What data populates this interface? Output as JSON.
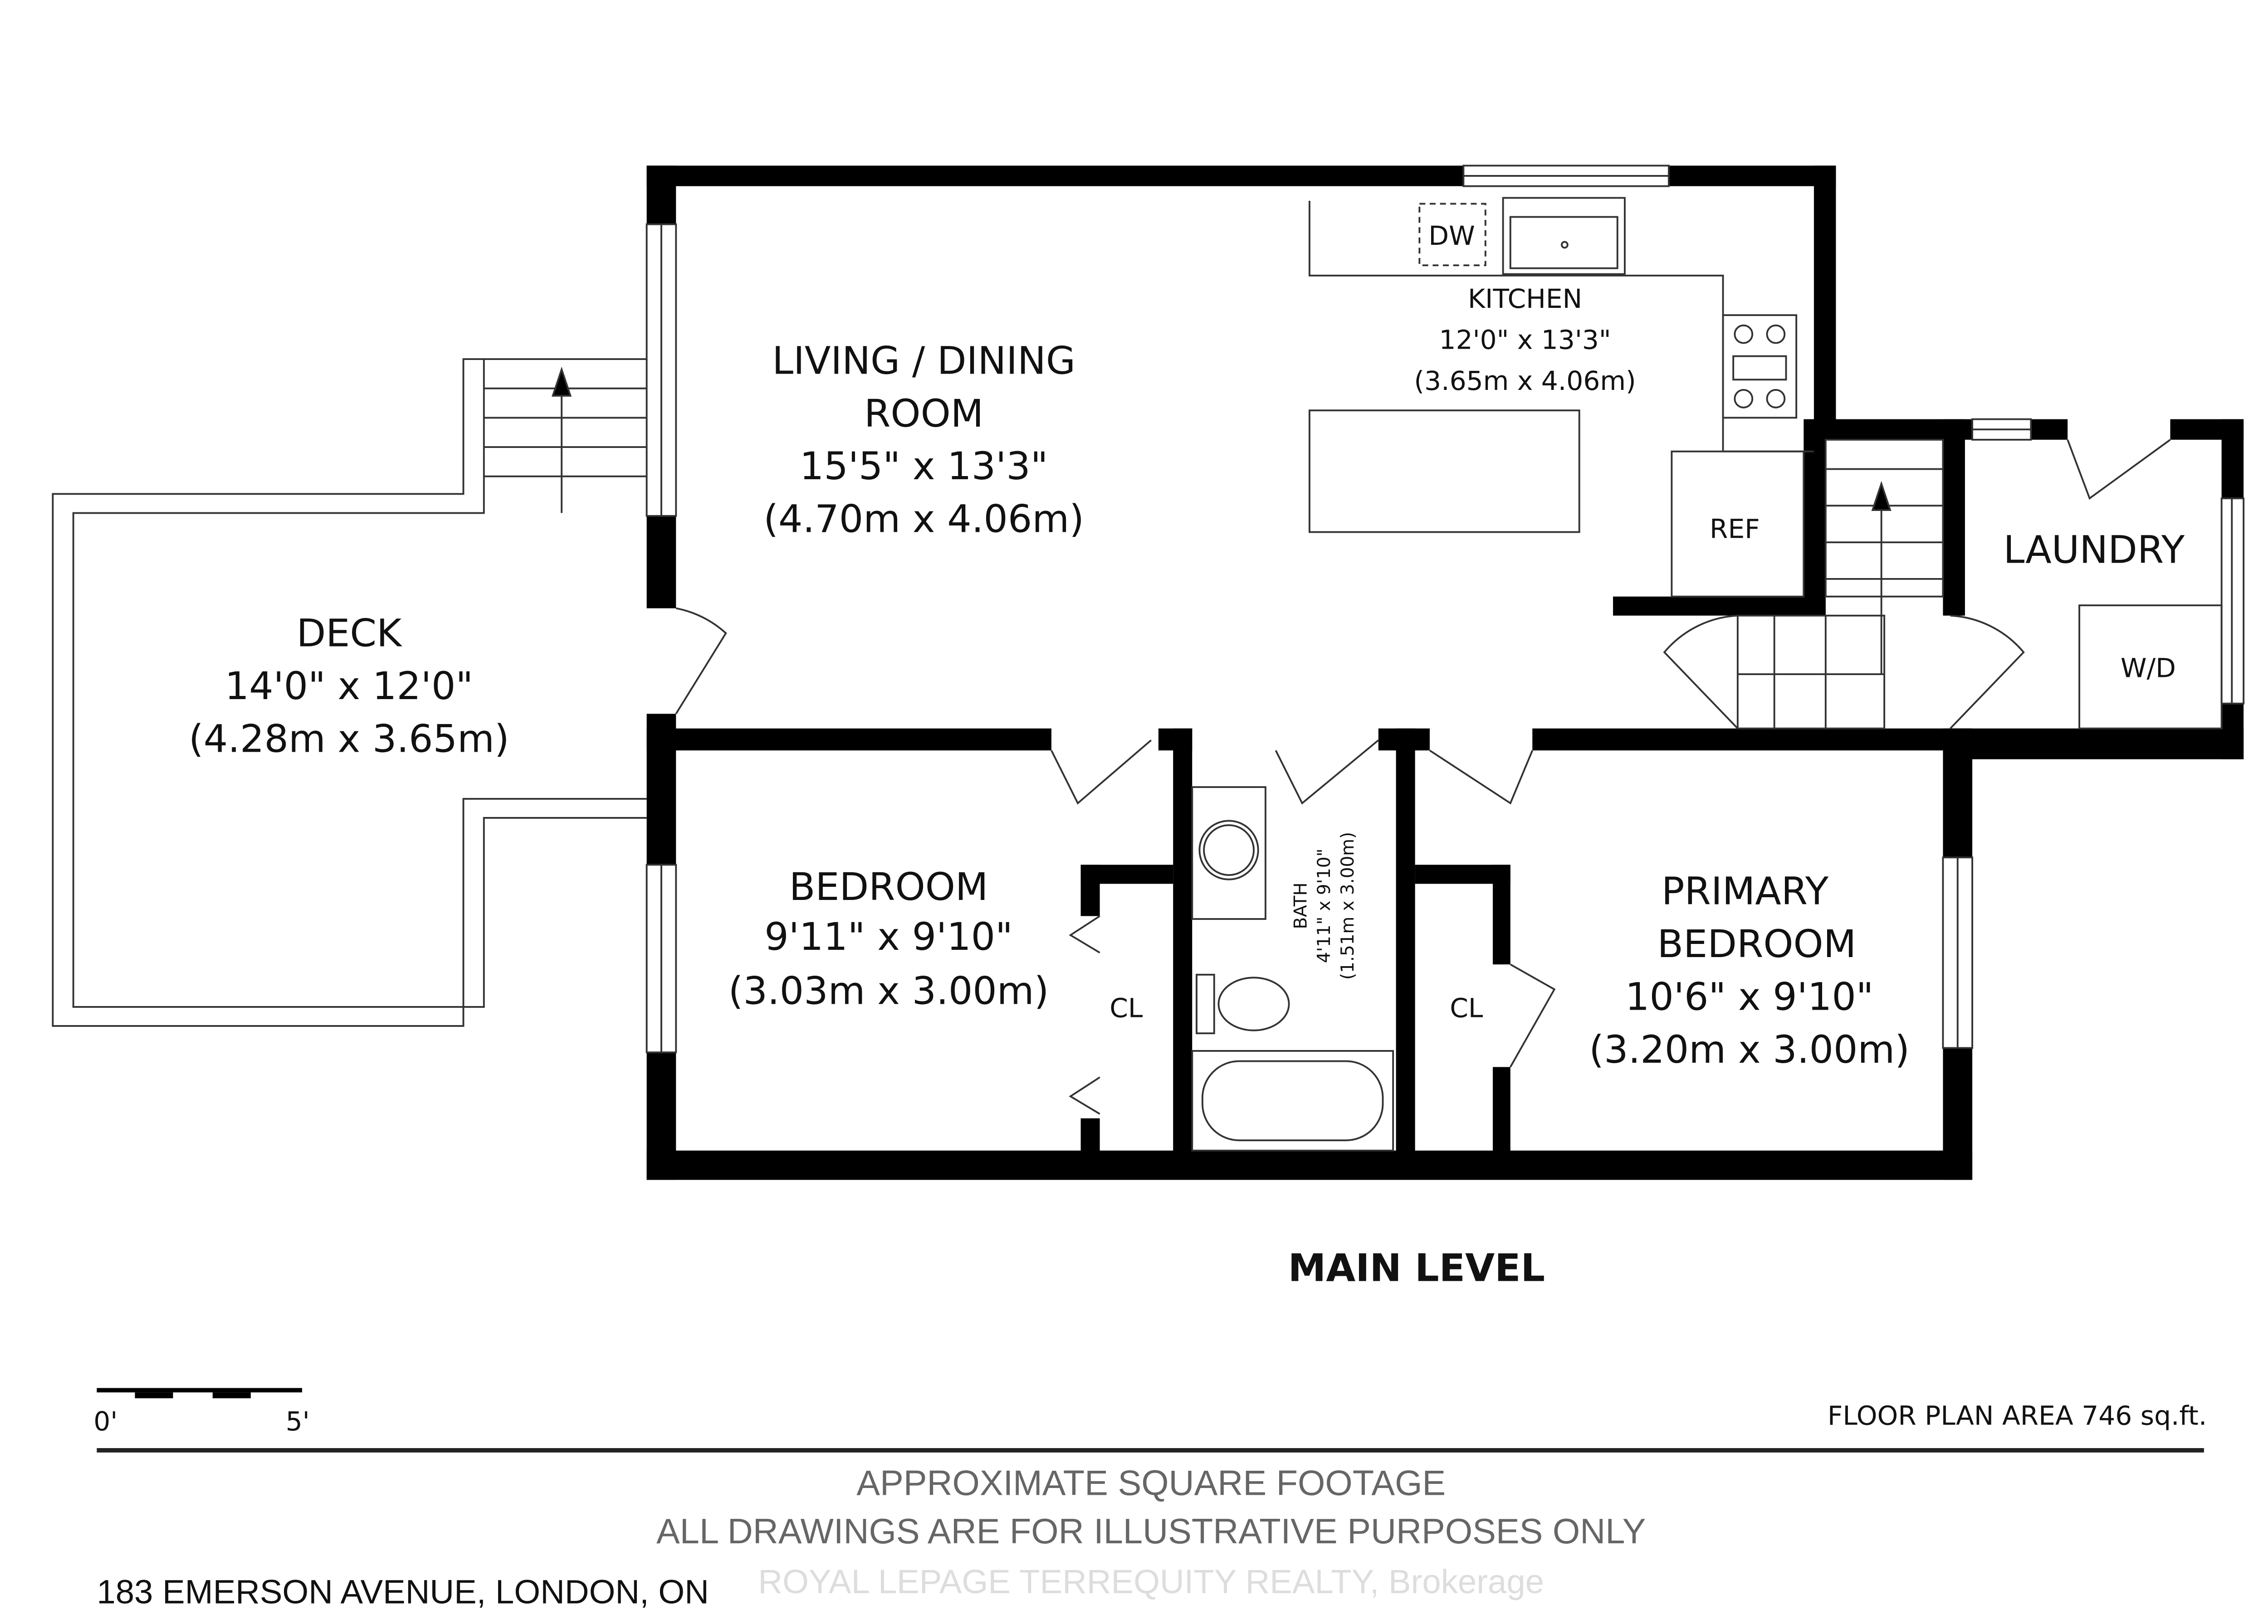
{
  "rooms": {
    "living": {
      "name1": "LIVING / DINING",
      "name2": "ROOM",
      "imperial": "15'5\" x 13'3\"",
      "metric": "(4.70m x 4.06m)"
    },
    "kitchen": {
      "name": "KITCHEN",
      "imperial": "12'0\" x 13'3\"",
      "metric": "(3.65m x 4.06m)"
    },
    "deck": {
      "name": "DECK",
      "imperial": "14'0\" x 12'0\"",
      "metric": "(4.28m x 3.65m)"
    },
    "bedroom": {
      "name": "BEDROOM",
      "imperial": "9'11\" x 9'10\"",
      "metric": "(3.03m x 3.00m)"
    },
    "bath": {
      "name": "BATH",
      "imperial": "4'11\" x 9'10\"",
      "metric": "(1.51m x 3.00m)"
    },
    "primary": {
      "name1": "PRIMARY",
      "name2": "BEDROOM",
      "imperial": "10'6\" x 9'10\"",
      "metric": "(3.20m x 3.00m)"
    },
    "laundry": {
      "name": "LAUNDRY"
    }
  },
  "fixtures": {
    "dw": "DW",
    "ref": "REF",
    "wd": "W/D",
    "closet": "CL"
  },
  "level": "MAIN LEVEL",
  "scale": {
    "start": "0'",
    "end": "5'"
  },
  "area": "FLOOR PLAN AREA 746 sq.ft.",
  "disclaimer1": "APPROXIMATE SQUARE FOOTAGE",
  "disclaimer2": "ALL DRAWINGS ARE FOR ILLUSTRATIVE PURPOSES ONLY",
  "address": "183 EMERSON AVENUE, LONDON, ON",
  "watermark": "ROYAL LEPAGE TERREQUITY REALTY, Brokerage"
}
